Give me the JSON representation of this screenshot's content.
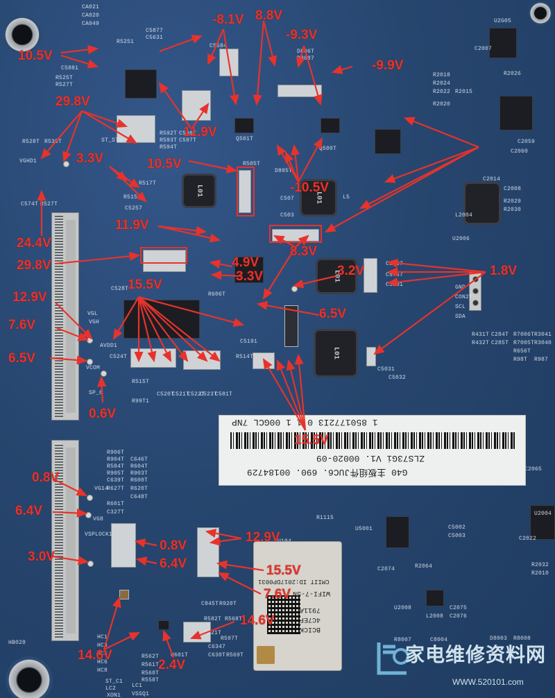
{
  "board": {
    "silkscreen": [
      "CA021",
      "CA020",
      "CA049",
      "R5251",
      "C5877",
      "C5631",
      "C5881",
      "R525T",
      "R527T",
      "C5584",
      "D806T",
      "D8087",
      "Q501T",
      "Q500T",
      "VGHD1",
      "R528T",
      "R530T",
      "C574T",
      "R527T",
      "R592T",
      "R593T",
      "R594T",
      "C596T",
      "C597T",
      "ST_STV",
      "C5257",
      "R5157",
      "R517T",
      "C528T",
      "R606T",
      "C524T",
      "R515T",
      "R99T1",
      "C520T",
      "C521T",
      "C522T",
      "C523T",
      "C581T",
      "C5191",
      "R514T",
      "R505T",
      "D805T",
      "C507",
      "C503",
      "L5",
      "U2G05",
      "C2007",
      "R2018",
      "R2024",
      "R2022",
      "R2020",
      "R2015",
      "R2026",
      "C2059",
      "C2060",
      "C2014",
      "C2008",
      "R2029",
      "R2030",
      "L2004",
      "U2006",
      "C5067",
      "C5757",
      "C5801",
      "CON2T",
      "GND",
      "SCL",
      "SDA",
      "R431T",
      "R432T",
      "C284T",
      "C285T",
      "R7006T",
      "R7005T",
      "R3041",
      "R3040",
      "R656T",
      "R98T",
      "R987",
      "C5031",
      "C5032",
      "R906T",
      "R904T",
      "R584T",
      "R905T",
      "C639T",
      "R627T",
      "R601T",
      "C327T",
      "C646T",
      "R604T",
      "R903T",
      "R600T",
      "R620T",
      "C648T",
      "R1115",
      "R8007",
      "C8004",
      "D8003",
      "R8008",
      "ST_C1",
      "LC2",
      "VSSQ1",
      "LC1",
      "XON1",
      "HC1",
      "HC3",
      "HC5",
      "HC6",
      "HC8",
      "C6347",
      "C630T",
      "R597T",
      "R920T",
      "R582T",
      "R568T",
      "R921T",
      "R569T",
      "C845T",
      "R562T",
      "R561T",
      "R560T",
      "R558T",
      "U601T",
      "C2065",
      "C2022",
      "U2004",
      "R2032",
      "R2010",
      "R2064",
      "C5002",
      "C5003",
      "C2074",
      "U2008",
      "L2008",
      "C2075",
      "C2076",
      "HB028",
      "U104",
      "U5001"
    ],
    "connector_labels": [
      "VGL",
      "VGH",
      "AVDD1",
      "VCOM",
      "SP_0",
      "VSPLOCK1",
      "VG14",
      "VG8"
    ]
  },
  "voltages": [
    "10.5V",
    "-8.1V",
    "8.8V",
    "-9.3V",
    "-9.9V",
    "29.8V",
    "3.3V",
    "11.9V",
    "10.5V",
    "-10.5V",
    "24.4V",
    "11.9V",
    "8.3V",
    "1.8V",
    "29.8V",
    "4.9V",
    "3.3V",
    "3.2V",
    "15.5V",
    "6.5V",
    "12.9V",
    "7.6V",
    "6.5V",
    "0.6V",
    "15.5V",
    "0.8V",
    "6.4V",
    "3.0V",
    "12.9V",
    "0.8V",
    "6.4V",
    "15.5V",
    "7.6V",
    "14.6V",
    "14.6V",
    "2.4V"
  ],
  "sticker": {
    "line1": "1  8501772I3     0 1 1    00GCL   7NP",
    "line2": "ZLS73Gi V1. 00020-09",
    "line3": "G40       主板组件JUC6. 690. 00184729"
  },
  "wifi_module": {
    "line1": "BCICKI",
    "line2": "4C7EF2",
    "line3": "7911AG",
    "line4": "WIFI-7-5N",
    "line5": "CMIIT ID:2017DP0031"
  },
  "inductors": [
    "L01",
    "L01",
    "L01",
    "L01"
  ],
  "watermark": {
    "title": "家电维修资料网",
    "url": "WWW.520101.com"
  }
}
